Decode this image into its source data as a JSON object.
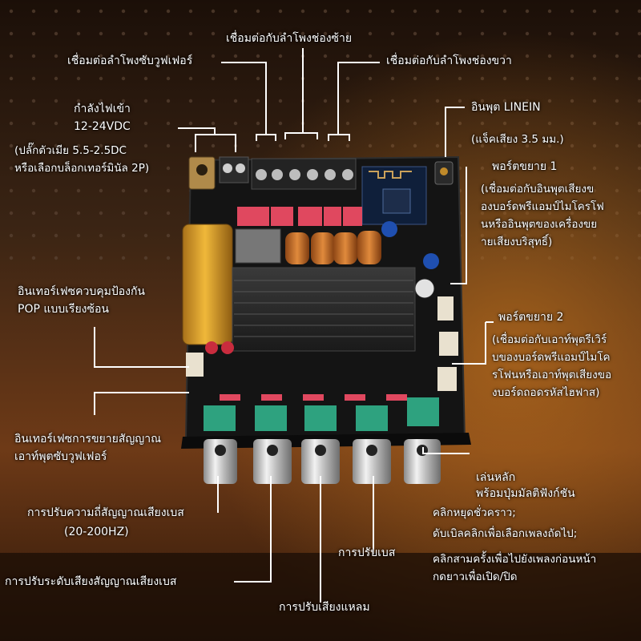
{
  "labels": {
    "left_channel": "เชื่อมต่อกับลำโพงช่องซ้าย",
    "subwoofer_speaker": "เชื่อมต่อลำโพงซับวูฟเฟอร์",
    "right_channel": "เชื่อมต่อกับลำโพงช่องขวา",
    "power_input_line1": "กำลังไฟเข้า",
    "power_input_line2": "12-24VDC",
    "power_plug_line1": "(ปลั๊กตัวเมีย 5.5-2.5DC",
    "power_plug_line2": "หรือเลือกบล็อกเทอร์มินัล 2P)",
    "linein_title": "อินพุต LINEIN",
    "linein_jack": "(แจ็คเสียง 3.5 มม.)",
    "expansion_port_1_title": "พอร์ตขยาย 1",
    "expansion_port_1_desc": [
      "(เชื่อมต่อกับอินพุตเสียงข",
      "องบอร์ดพรีแอมป์ไมโครโฟ",
      "นหรืออินพุตของเครื่องขย",
      "ายเสียงบริสุทธิ์)"
    ],
    "pop_interface_line1": "อินเทอร์เฟซควบคุมป้องกัน",
    "pop_interface_line2": "POP แบบเรียงซ้อน",
    "expansion_port_2_title": "พอร์ตขยาย 2",
    "expansion_port_2_desc": [
      "(เชื่อมต่อกับเอาท์พุตรีเวิร์",
      "บของบอร์ดพรีแอมป์ไมโค",
      "รโฟนหรือเอาท์พุตเสียงขอ",
      "งบอร์ดถอดรหัสไฮฟาส)"
    ],
    "sub_output_line1": "อินเทอร์เฟซการขยายสัญญาณ",
    "sub_output_line2": "เอาท์พุตซับวูฟเฟอร์",
    "play_title": "เล่นหลัก",
    "play_subtitle": "พร้อมปุ่มมัลติฟังก์ชัน",
    "play_desc": [
      "คลิกหยุดชั่วคราว;",
      "ดับเบิลคลิกเพื่อเลือกเพลงถัดไป;",
      "คลิกสามครั้งเพื่อไปยังเพลงก่อนหน้า",
      "กดยาวเพื่อเปิด/ปิด"
    ],
    "bass_freq_line1": "การปรับความถี่สัญญาณเสียงเบส",
    "bass_freq_line2": "(20-200HZ)",
    "bass_adjust": "การปรับเบส",
    "bass_level": "การปรับระดับเสียงสัญญาณเสียงเบส",
    "treble_adjust": "การปรับเสียงแหลม"
  },
  "colors": {
    "leader_line": "#ffffff",
    "pcb": "#141414",
    "heatsink": "#262626",
    "terminal_red": "#e0485f",
    "terminal_block": "#2a2a2a",
    "inductor_copper": "#c7702c",
    "capacitor_gold": "#e0a42a",
    "knob_silver": "#d8d8d8",
    "pot_green": "#2ea27f",
    "wood_top": "#3a2414",
    "wood_bottom": "#7a3f18"
  },
  "icons": [
    "bluetooth-antenna-icon",
    "dc-power-jack-icon",
    "audio-jack-icon"
  ]
}
